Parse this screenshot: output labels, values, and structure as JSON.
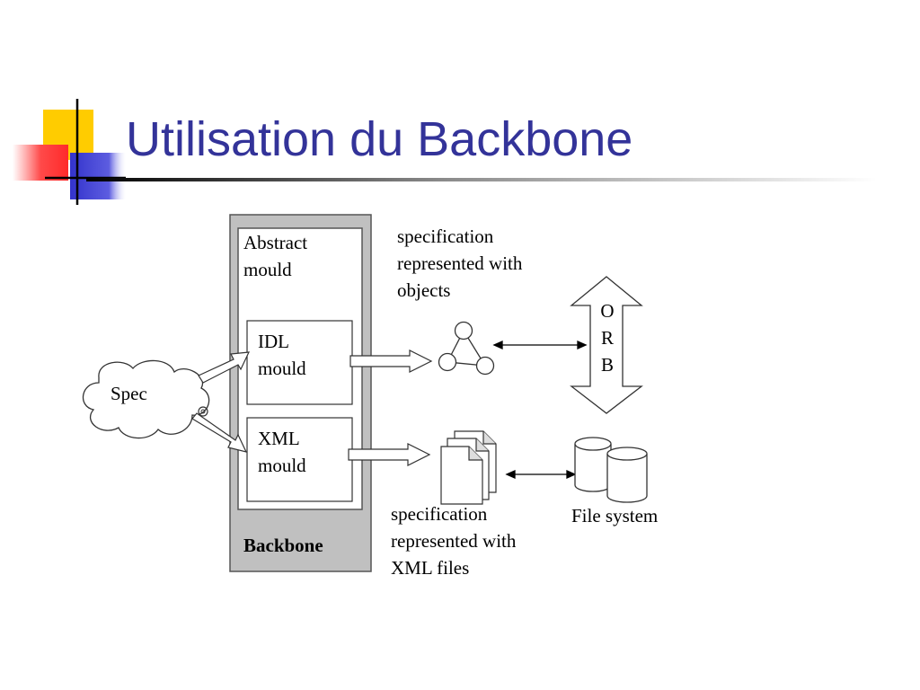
{
  "slide": {
    "title": "Utilisation du Backbone",
    "title_color": "#333399",
    "accent_colors": {
      "yellow": "#ffcc00",
      "red": "#ff3b3b",
      "blue": "#3333cc"
    }
  },
  "diagram": {
    "backbone": {
      "label": "Backbone",
      "fill": "#c0c0c0"
    },
    "abstract_mould": {
      "line1": "Abstract",
      "line2": "mould"
    },
    "idl_mould": {
      "line1": "IDL",
      "line2": "mould"
    },
    "xml_mould": {
      "line1": "XML",
      "line2": "mould"
    },
    "spec": {
      "label": "Spec"
    },
    "objects_caption": {
      "line1": "specification",
      "line2": "represented with",
      "line3": "objects"
    },
    "xml_caption": {
      "line1": "specification",
      "line2": "represented with",
      "line3": "XML files"
    },
    "orb": {
      "letters": [
        "O",
        "R",
        "B"
      ]
    },
    "file_system": {
      "label": "File system"
    }
  }
}
